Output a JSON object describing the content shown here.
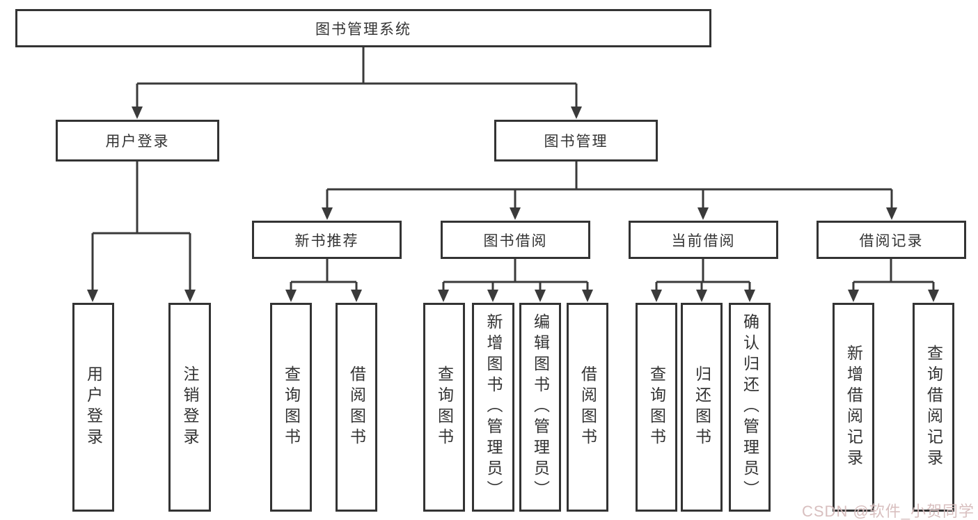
{
  "tree": {
    "label": "图书管理系统",
    "children": [
      {
        "label": "用户登录",
        "children": [
          {
            "label": "用户登录"
          },
          {
            "label": "注销登录"
          }
        ]
      },
      {
        "label": "图书管理",
        "children": [
          {
            "label": "新书推荐",
            "children": [
              {
                "label": "查询图书"
              },
              {
                "label": "借阅图书"
              }
            ]
          },
          {
            "label": "图书借阅",
            "children": [
              {
                "label": "查询图书"
              },
              {
                "label": "新增图书（管理员）"
              },
              {
                "label": "编辑图书（管理员）"
              },
              {
                "label": "借阅图书"
              }
            ]
          },
          {
            "label": "当前借阅",
            "children": [
              {
                "label": "查询图书"
              },
              {
                "label": "归还图书"
              },
              {
                "label": "确认归还（管理员）"
              }
            ]
          },
          {
            "label": "借阅记录",
            "children": [
              {
                "label": "新增借阅记录"
              },
              {
                "label": "查询借阅记录"
              }
            ]
          }
        ]
      }
    ]
  },
  "watermark": {
    "text": "CSDN @软件_小贺同学"
  },
  "colors": {
    "line": "#3a3a3a",
    "border": "#333333",
    "watermark": "#d6bcbc"
  }
}
